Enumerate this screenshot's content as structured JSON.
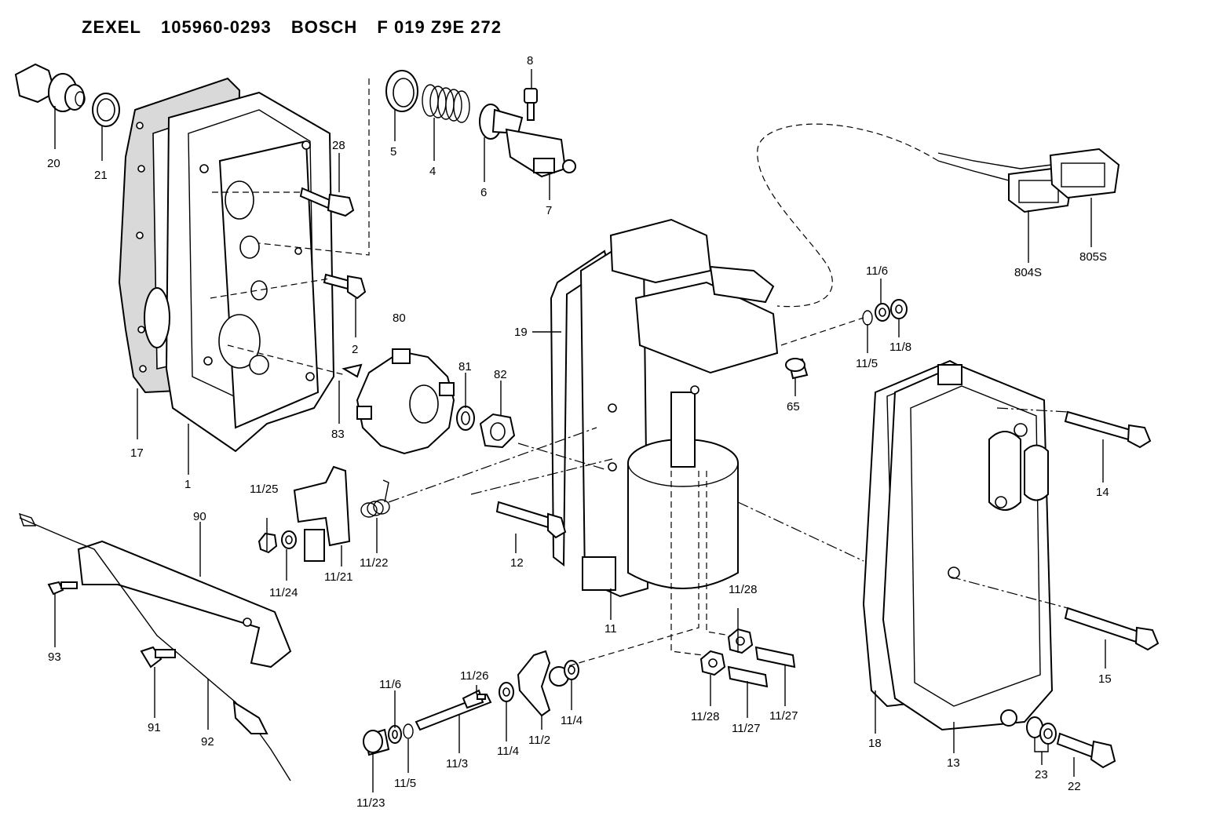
{
  "header": {
    "brand1": "ZEXEL",
    "part_no1": "105960-0293",
    "brand2": "BOSCH",
    "part_no2": "F 019 Z9E 272"
  },
  "callouts": [
    {
      "id": "20",
      "text": "20"
    },
    {
      "id": "21",
      "text": "21"
    },
    {
      "id": "17",
      "text": "17"
    },
    {
      "id": "1",
      "text": "1"
    },
    {
      "id": "28",
      "text": "28"
    },
    {
      "id": "2",
      "text": "2"
    },
    {
      "id": "5",
      "text": "5"
    },
    {
      "id": "4",
      "text": "4"
    },
    {
      "id": "6",
      "text": "6"
    },
    {
      "id": "8",
      "text": "8"
    },
    {
      "id": "7",
      "text": "7"
    },
    {
      "id": "80",
      "text": "80"
    },
    {
      "id": "81",
      "text": "81"
    },
    {
      "id": "82",
      "text": "82"
    },
    {
      "id": "83",
      "text": "83"
    },
    {
      "id": "19",
      "text": "19"
    },
    {
      "id": "12",
      "text": "12"
    },
    {
      "id": "11",
      "text": "11"
    },
    {
      "id": "65",
      "text": "65"
    },
    {
      "id": "804S",
      "text": "804S"
    },
    {
      "id": "805S",
      "text": "805S"
    },
    {
      "id": "11/6a",
      "text": "11/6"
    },
    {
      "id": "11/8",
      "text": "11/8"
    },
    {
      "id": "11/5a",
      "text": "11/5"
    },
    {
      "id": "14",
      "text": "14"
    },
    {
      "id": "15",
      "text": "15"
    },
    {
      "id": "18",
      "text": "18"
    },
    {
      "id": "13",
      "text": "13"
    },
    {
      "id": "23",
      "text": "23"
    },
    {
      "id": "22",
      "text": "22"
    },
    {
      "id": "11/25",
      "text": "11/25"
    },
    {
      "id": "11/24",
      "text": "11/24"
    },
    {
      "id": "11/21",
      "text": "11/21"
    },
    {
      "id": "11/22",
      "text": "11/22"
    },
    {
      "id": "90",
      "text": "90"
    },
    {
      "id": "93",
      "text": "93"
    },
    {
      "id": "91",
      "text": "91"
    },
    {
      "id": "92",
      "text": "92"
    },
    {
      "id": "11/28a",
      "text": "11/28"
    },
    {
      "id": "11/28b",
      "text": "11/28"
    },
    {
      "id": "11/27a",
      "text": "11/27"
    },
    {
      "id": "11/27b",
      "text": "11/27"
    },
    {
      "id": "11/26",
      "text": "11/26"
    },
    {
      "id": "11/6b",
      "text": "11/6"
    },
    {
      "id": "11/3",
      "text": "11/3"
    },
    {
      "id": "11/4a",
      "text": "11/4"
    },
    {
      "id": "11/2",
      "text": "11/2"
    },
    {
      "id": "11/4b",
      "text": "11/4"
    },
    {
      "id": "11/5b",
      "text": "11/5"
    },
    {
      "id": "11/23",
      "text": "11/23"
    }
  ]
}
